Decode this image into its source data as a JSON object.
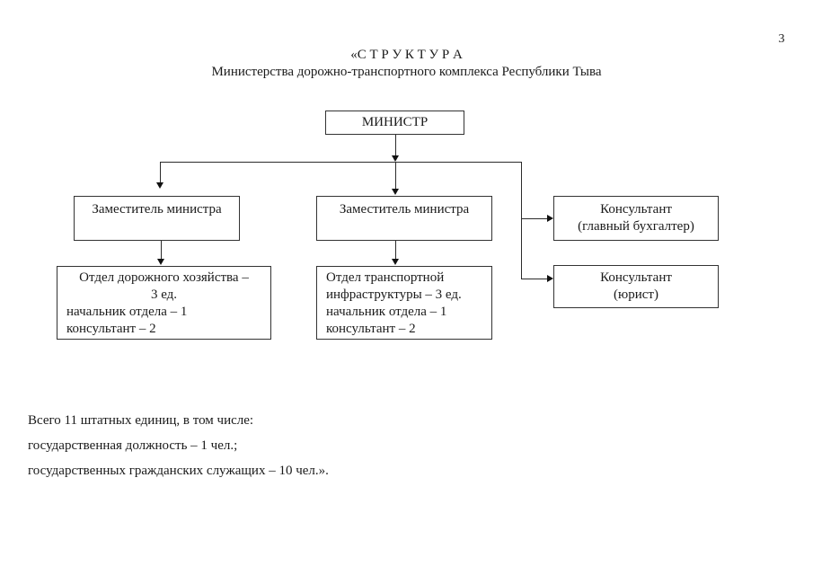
{
  "page": {
    "number": "3"
  },
  "header": {
    "title_line1": "«С Т Р У К Т У Р А",
    "title_line2": "Министерства дорожно-транспортного комплекса Республики Тыва"
  },
  "org_chart": {
    "minister": {
      "label": "МИНИСТР"
    },
    "deputy_left": {
      "label": "Заместитель министра"
    },
    "deputy_middle": {
      "label": "Заместитель министра"
    },
    "dept_road": {
      "line1": "Отдел дорожного хозяйства –",
      "line2": "3 ед.",
      "line3": "начальник отдела – 1",
      "line4": "консультант – 2"
    },
    "dept_transport": {
      "line1": "Отдел транспортной",
      "line2": "инфраструктуры – 3 ед.",
      "line3": "начальник отдела – 1",
      "line4": "консультант – 2"
    },
    "consultant_accountant": {
      "line1": "Консультант",
      "line2": "(главный бухгалтер)"
    },
    "consultant_lawyer": {
      "line1": "Консультант",
      "line2": "(юрист)"
    }
  },
  "footer": {
    "line1": "Всего 11 штатных единиц, в том числе:",
    "line2": "государственная должность – 1 чел.;",
    "line3": "государственных гражданских служащих – 10 чел.»."
  }
}
